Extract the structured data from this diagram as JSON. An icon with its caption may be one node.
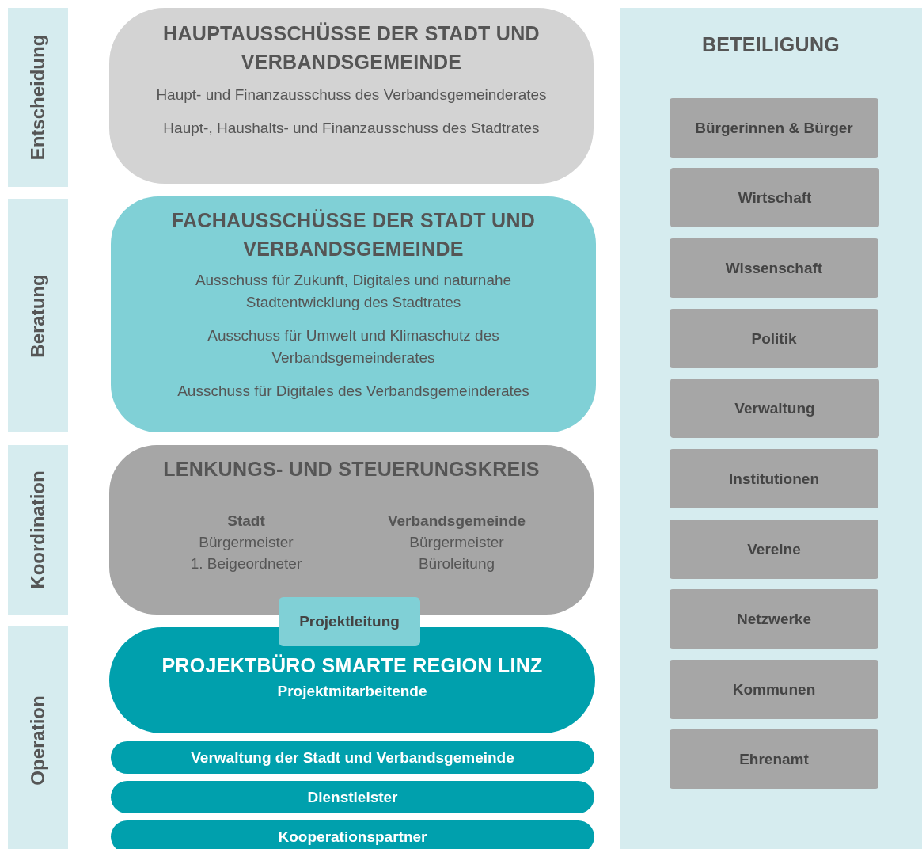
{
  "diagram": {
    "nodes": [
      {
        "text": [
          "Entscheidung"
        ]
      },
      {
        "text": [
          "Beratung"
        ]
      },
      {
        "text": [
          "Koordination"
        ]
      },
      {
        "text": [
          "Operation"
        ]
      },
      {
        "text": [
          "HAUPTAUSSCHÜSSE  DER STADT UND VERBANDSGEMEINDE",
          "Haupt- und Finanzausschuss des Verbandsgemeinderates",
          "Haupt-, Haushalts- und Finanzausschuss des Stadtrates"
        ]
      },
      {
        "text": [
          "FACHAUSSCHÜSSE  DER STADT UND VERBANDSGEMEINDE",
          "Ausschuss für Zukunft, Digitales und naturnahe Stadtentwicklung des Stadtrates",
          "Ausschuss für Umwelt und Klimaschutz des Verbandsgemeinderates",
          "Ausschuss für Digitales des Verbandsgemeinderates"
        ]
      },
      {
        "text": [
          "LENKUNGS- UND STEUERUNGSKREIS",
          "Stadt",
          "Bürgermeister",
          "1. Beigeordneter",
          "Verbandsgemeinde",
          "Bürgermeister",
          "Büroleitung"
        ]
      },
      {
        "text": [
          "Projektleitung"
        ]
      },
      {
        "text": [
          "PROJEKTBÜRO SMARTE REGION LINZ",
          "Projektmitarbeitende"
        ]
      },
      {
        "text": [
          "Verwaltung der Stadt und Verbandsgemeinde"
        ]
      },
      {
        "text": [
          "Dienstleister"
        ]
      },
      {
        "text": [
          "Kooperationspartner"
        ]
      },
      {
        "text": [
          "BETEILIGUNG"
        ]
      },
      {
        "text": [
          "Bürgerinnen & Bürger"
        ],
        "in": 12
      },
      {
        "text": [
          "Wirtschaft"
        ],
        "in": 12
      },
      {
        "text": [
          "Wissenschaft"
        ],
        "in": 12
      },
      {
        "text": [
          "Politik"
        ],
        "in": 12
      },
      {
        "text": [
          "Verwaltung"
        ],
        "in": 12
      },
      {
        "text": [
          "Institutionen"
        ],
        "in": 12
      },
      {
        "text": [
          "Vereine"
        ],
        "in": 12
      },
      {
        "text": [
          "Netzwerke"
        ],
        "in": 12
      },
      {
        "text": [
          "Kommunen"
        ],
        "in": 12
      },
      {
        "text": [
          "Ehrenamt"
        ],
        "in": 12
      }
    ]
  }
}
